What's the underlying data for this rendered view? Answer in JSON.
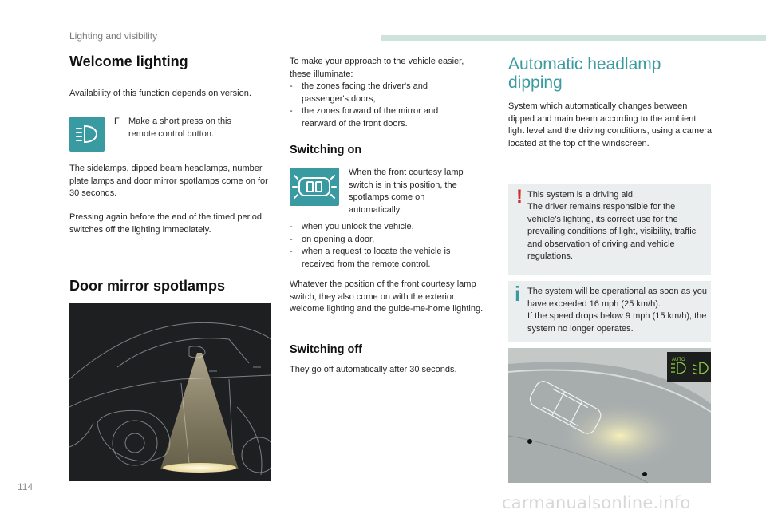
{
  "header": {
    "section": "Lighting and visibility",
    "accent": "#cfe3dc"
  },
  "page_number": "114",
  "watermark": "carmanualsonline.info",
  "welcome": {
    "title": "Welcome lighting",
    "availability": "Availability of this function depends on version.",
    "step_marker": "F",
    "step_text": "Make a short press on this remote control button.",
    "para1": "The sidelamps, dipped beam headlamps, number plate lamps and door mirror spotlamps come on for 30 seconds.",
    "para2": "Pressing again before the end of the timed period switches off the lighting immediately."
  },
  "mirror_spotlamps": {
    "title": "Door mirror spotlamps"
  },
  "middle": {
    "intro": "To make your approach to the vehicle easier, these illuminate:",
    "zones": [
      "the zones facing the driver's and passenger's doors,",
      "the zones forward of the mirror and rearward of the front doors."
    ],
    "switching_on_title": "Switching on",
    "switching_on_text": "When the front courtesy lamp switch is in this position, the spotlamps come on automatically:",
    "on_conditions": [
      "when you unlock the vehicle,",
      "on opening a door,",
      "when a request to locate the vehicle is received from the remote control."
    ],
    "whatever": "Whatever the position of the front courtesy lamp switch, they also come on with the exterior welcome lighting and the guide-me-home lighting.",
    "switching_off_title": "Switching off",
    "switching_off_text": "They go off automatically after 30 seconds."
  },
  "auto_dipping": {
    "title_line1": "Automatic headlamp",
    "title_line2": "dipping",
    "description": "System which automatically changes between dipped and main beam according to the ambient light level and the driving conditions, using a camera located at the top of the windscreen.",
    "warning_marker": "!",
    "warning_line1": "This system is a driving aid.",
    "warning_text": "The driver remains responsible for the vehicle's lighting, its correct use for the prevailing conditions of light, visibility, traffic and observation of driving and vehicle regulations.",
    "info_marker": "i",
    "info_line1": "The system will be operational as soon as you have exceeded 16 mph (25 km/h).",
    "info_line2": "If the speed drops below 9 mph (15 km/h), the system no longer operates.",
    "auto_label": "AUTO",
    "warning_color": "#d42a2a",
    "info_color": "#3a9aa2"
  }
}
